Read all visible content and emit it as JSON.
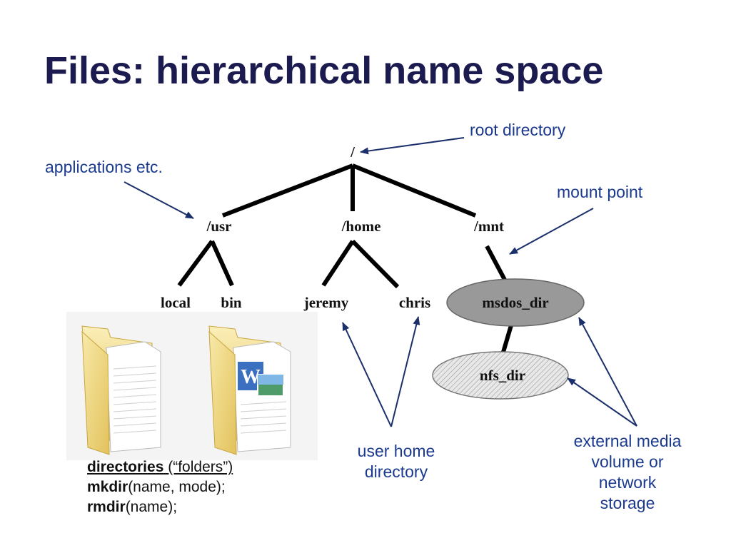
{
  "title": "Files: hierarchical name space",
  "tree": {
    "root": "/",
    "level1": [
      "/usr",
      "/home",
      "/mnt"
    ],
    "usr_children": [
      "local",
      "bin"
    ],
    "home_children": [
      "jeremy",
      "chris"
    ],
    "mnt_child": "msdos_dir",
    "msdos_child": "nfs_dir"
  },
  "annotations": {
    "root_directory": "root directory",
    "applications": "applications etc.",
    "mount_point": "mount point",
    "user_home_line1": "user home",
    "user_home_line2": "directory",
    "external_line1": "external media",
    "external_line2": "volume or",
    "external_line3": "network",
    "external_line4": "storage"
  },
  "caption": {
    "directories": "directories",
    "folders": " (“folders”)",
    "mkdir": "mkdir",
    "mkdir_args": "(name, mode);",
    "rmdir": "rmdir",
    "rmdir_args": "(name);"
  },
  "colors": {
    "title": "#1b1b4f",
    "annotation": "#1b3a8f",
    "arrow": "#1b2f6b",
    "ellipse_fill": "#999999",
    "folder": "#f3dc8a"
  }
}
